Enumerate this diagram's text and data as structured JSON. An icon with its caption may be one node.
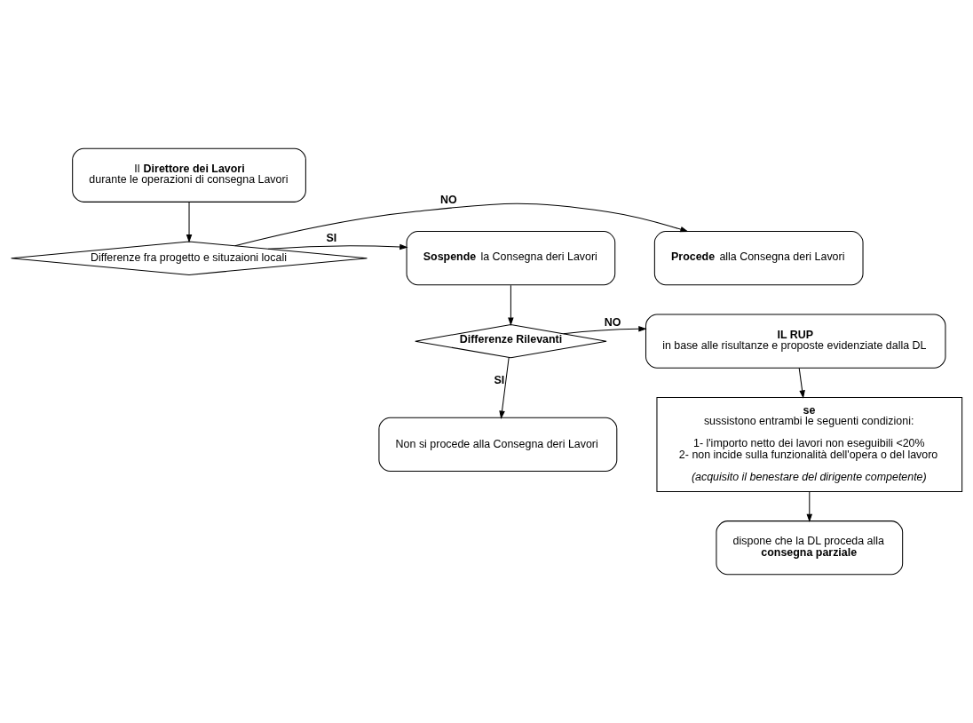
{
  "diagram": {
    "nodes": [
      {
        "text": [
          "Il **Direttore dei Lavori**",
          "durante le operazioni di consegna Lavori"
        ]
      },
      {
        "text": [
          "Differenze fra progetto e situzaioni locali"
        ]
      },
      {
        "text": [
          "**Procede** alla Consegna deri Lavori"
        ]
      },
      {
        "text": [
          "**Sospende** la Consegna deri Lavori"
        ]
      },
      {
        "text": [
          "Differenze Rilevanti"
        ]
      },
      {
        "text": [
          "IL RUP",
          "in base alle risultanze e proposte evidenziate dalla DL"
        ]
      },
      {
        "text": [
          "se",
          "sussistono entrambi le seguenti condizioni:",
          "1- l'importo netto dei lavori non eseguibili <20%",
          "2- non incide sulla funzionalità dell'opera o del lavoro",
          "(acquisito il benestare del dirigente competente)"
        ]
      },
      {
        "text": [
          "Non si procede alla Consegna deri Lavori"
        ]
      },
      {
        "text": [
          "dispone che la DL proceda alla",
          "**consegna parziale**"
        ]
      }
    ],
    "edges": [
      {
        "from": 0,
        "to": 1,
        "arrow": "to"
      },
      {
        "from": 1,
        "to": 2,
        "arrow": "to",
        "label": "NO"
      },
      {
        "from": 1,
        "to": 3,
        "arrow": "to",
        "label": "SI"
      },
      {
        "from": 3,
        "to": 4,
        "arrow": "to"
      },
      {
        "from": 4,
        "to": 5,
        "arrow": "to",
        "label": "NO"
      },
      {
        "from": 4,
        "to": 7,
        "arrow": "to",
        "label": "SI"
      },
      {
        "from": 5,
        "to": 6,
        "arrow": "to"
      },
      {
        "from": 6,
        "to": 8,
        "arrow": "to"
      }
    ]
  }
}
